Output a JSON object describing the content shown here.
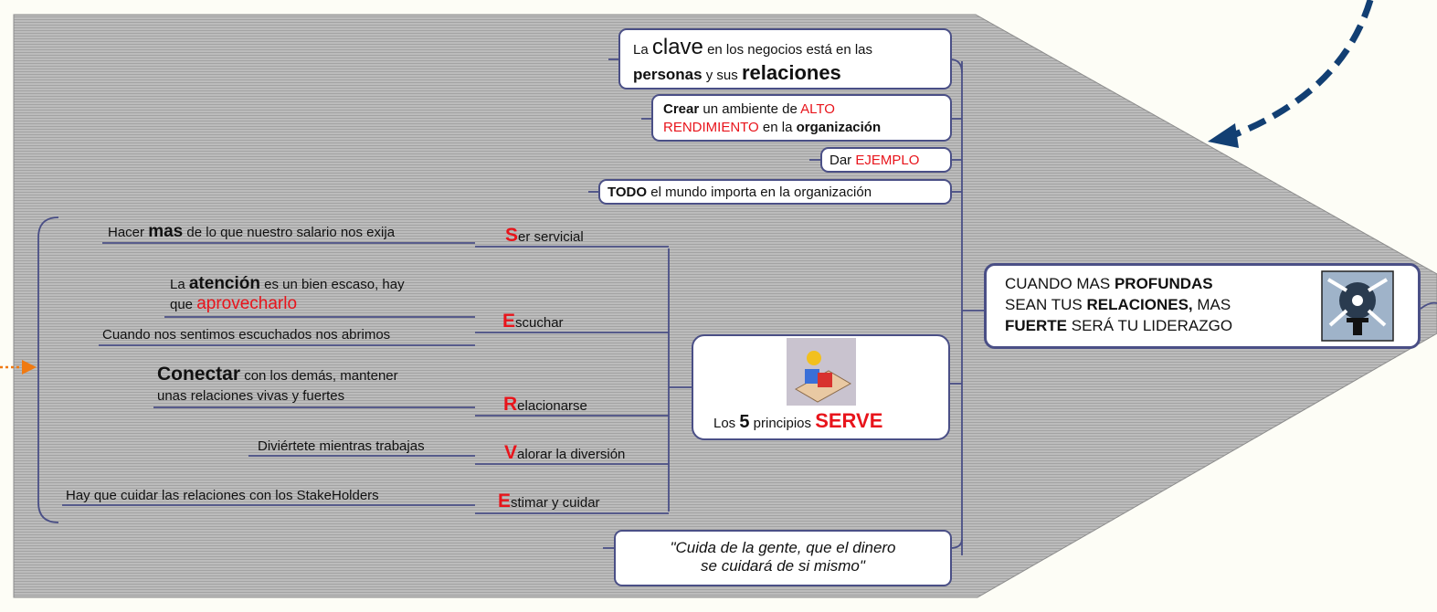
{
  "colors": {
    "accent_red": "#e8141b",
    "line_blue": "#4a4f86",
    "panel_grey": "#b4b4b4",
    "arrow_navy": "#123f73",
    "arrow_orange": "#f07a12"
  },
  "top": {
    "clave": {
      "w1": "La",
      "w2": "clave",
      "w3": "en los negocios está en las",
      "w4": "personas",
      "w5": "y sus",
      "w6": "relaciones"
    },
    "crear": {
      "w1": "Crear",
      "w2": "un ambiente de",
      "w3": "ALTO",
      "w4": "RENDIMIENTO",
      "w5": "en la",
      "w6": "organización"
    },
    "ejemplo": {
      "w1": "Dar",
      "w2": "EJEMPLO"
    },
    "todo": {
      "w1": "TODO",
      "w2": "el mundo importa en la organización"
    }
  },
  "central": {
    "line1": "CUANDO MAS",
    "line1b": "PROFUNDAS",
    "line2": "SEAN TUS",
    "line2b": "RELACIONES,",
    "line2c": "MAS",
    "line3b": "FUERTE",
    "line3": "SERÁ TU LIDERAZGO",
    "icon": "team-lifting-icon"
  },
  "serve": {
    "w1": "Los",
    "w2": "5",
    "w3": "principios",
    "w4": "SERVE",
    "icon": "building-blocks-icon"
  },
  "principles": [
    {
      "letter": "S",
      "rest": "er servicial"
    },
    {
      "letter": "E",
      "rest": "scuchar"
    },
    {
      "letter": "R",
      "rest": "elacionarse"
    },
    {
      "letter": "V",
      "rest": "alorar la diversión"
    },
    {
      "letter": "E",
      "rest": "stimar y cuidar"
    }
  ],
  "details": {
    "mas": {
      "w1": "Hacer",
      "w2": "mas",
      "w3": "de lo que nuestro salario nos exija"
    },
    "atencion": {
      "w1": "La",
      "w2": "atención",
      "w3": "es un bien escaso, hay",
      "w4": "que",
      "w5": "aprovecharlo"
    },
    "escuchados": "Cuando nos sentimos escuchados nos abrimos",
    "conectar": {
      "w1": "Conectar",
      "w2": "con los demás, mantener",
      "w3": "unas relaciones vivas y fuertes"
    },
    "diviertete": "Diviértete mientras trabajas",
    "cuidar": "Hay que cuidar las relaciones con los StakeHolders"
  },
  "quote": {
    "line1": "\"Cuida de la gente, que el dinero",
    "line2": "se cuidará de si mismo\""
  }
}
